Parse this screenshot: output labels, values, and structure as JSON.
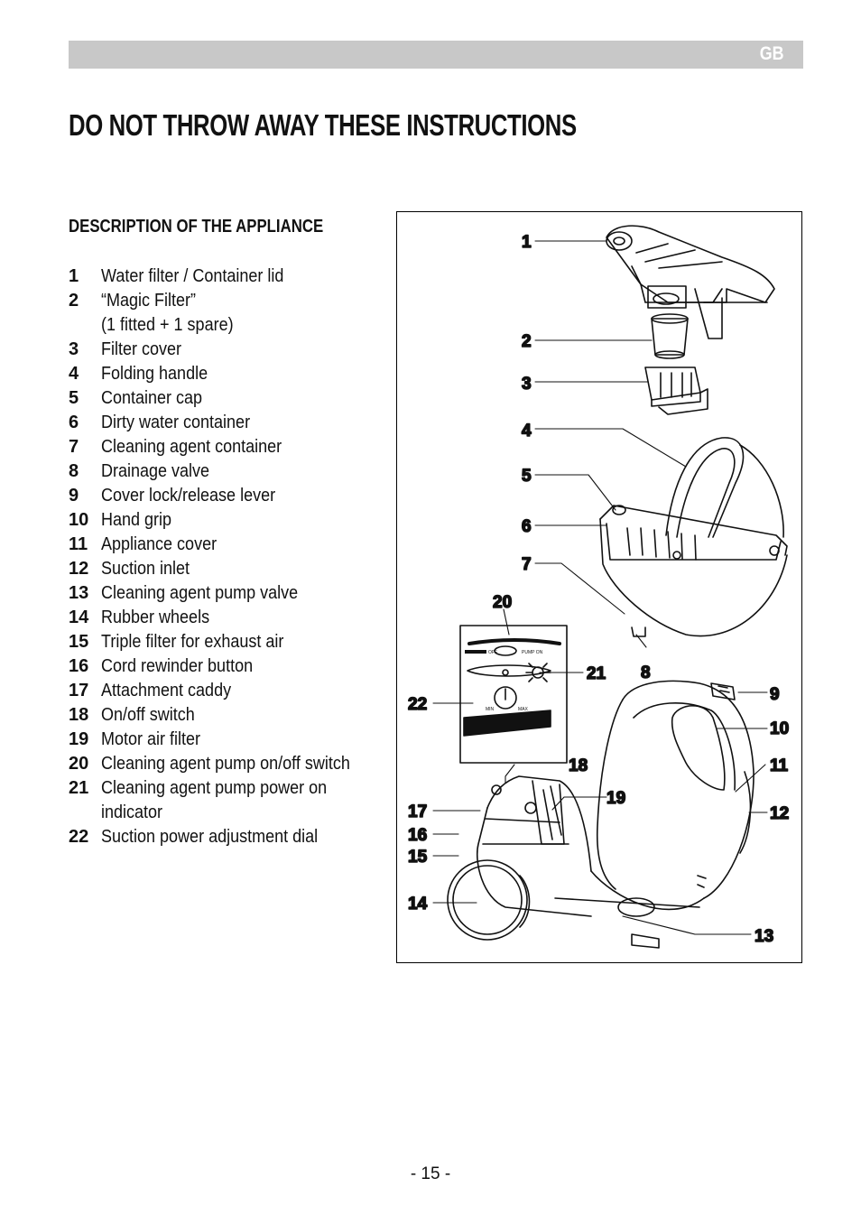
{
  "header": {
    "language_code": "GB"
  },
  "title": "DO NOT THROW AWAY THESE INSTRUCTIONS",
  "section_heading": "DESCRIPTION OF THE APPLIANCE",
  "parts": [
    {
      "num": "1",
      "label": "Water filter / Container lid"
    },
    {
      "num": "2",
      "label": "“Magic Filter”\n(1 fitted + 1 spare)"
    },
    {
      "num": "3",
      "label": "Filter cover"
    },
    {
      "num": "4",
      "label": "Folding handle"
    },
    {
      "num": "5",
      "label": "Container cap"
    },
    {
      "num": "6",
      "label": "Dirty water container"
    },
    {
      "num": "7",
      "label": "Cleaning agent container"
    },
    {
      "num": "8",
      "label": "Drainage valve"
    },
    {
      "num": "9",
      "label": "Cover lock/release lever"
    },
    {
      "num": "10",
      "label": "Hand grip"
    },
    {
      "num": "11",
      "label": "Appliance cover"
    },
    {
      "num": "12",
      "label": "Suction inlet"
    },
    {
      "num": "13",
      "label": "Cleaning agent pump valve"
    },
    {
      "num": "14",
      "label": "Rubber wheels"
    },
    {
      "num": "15",
      "label": "Triple filter for exhaust air"
    },
    {
      "num": "16",
      "label": "Cord rewinder button"
    },
    {
      "num": "17",
      "label": "Attachment caddy"
    },
    {
      "num": "18",
      "label": "On/off switch"
    },
    {
      "num": "19",
      "label": "Motor air filter"
    },
    {
      "num": "20",
      "label": "Cleaning agent pump on/off switch"
    },
    {
      "num": "21",
      "label": "Cleaning agent pump power on\nindicator"
    },
    {
      "num": "22",
      "label": "Suction power adjustment dial"
    }
  ],
  "figure": {
    "callouts": [
      "1",
      "2",
      "3",
      "4",
      "5",
      "6",
      "7",
      "8",
      "9",
      "10",
      "11",
      "12",
      "13",
      "14",
      "15",
      "16",
      "17",
      "18",
      "19",
      "20",
      "21",
      "22"
    ],
    "panel_labels": {
      "off": "OFF",
      "pump_on": "PUMP ON",
      "min": "MIN",
      "max": "MAX"
    }
  },
  "footer": {
    "page_number": "- 15 -"
  }
}
